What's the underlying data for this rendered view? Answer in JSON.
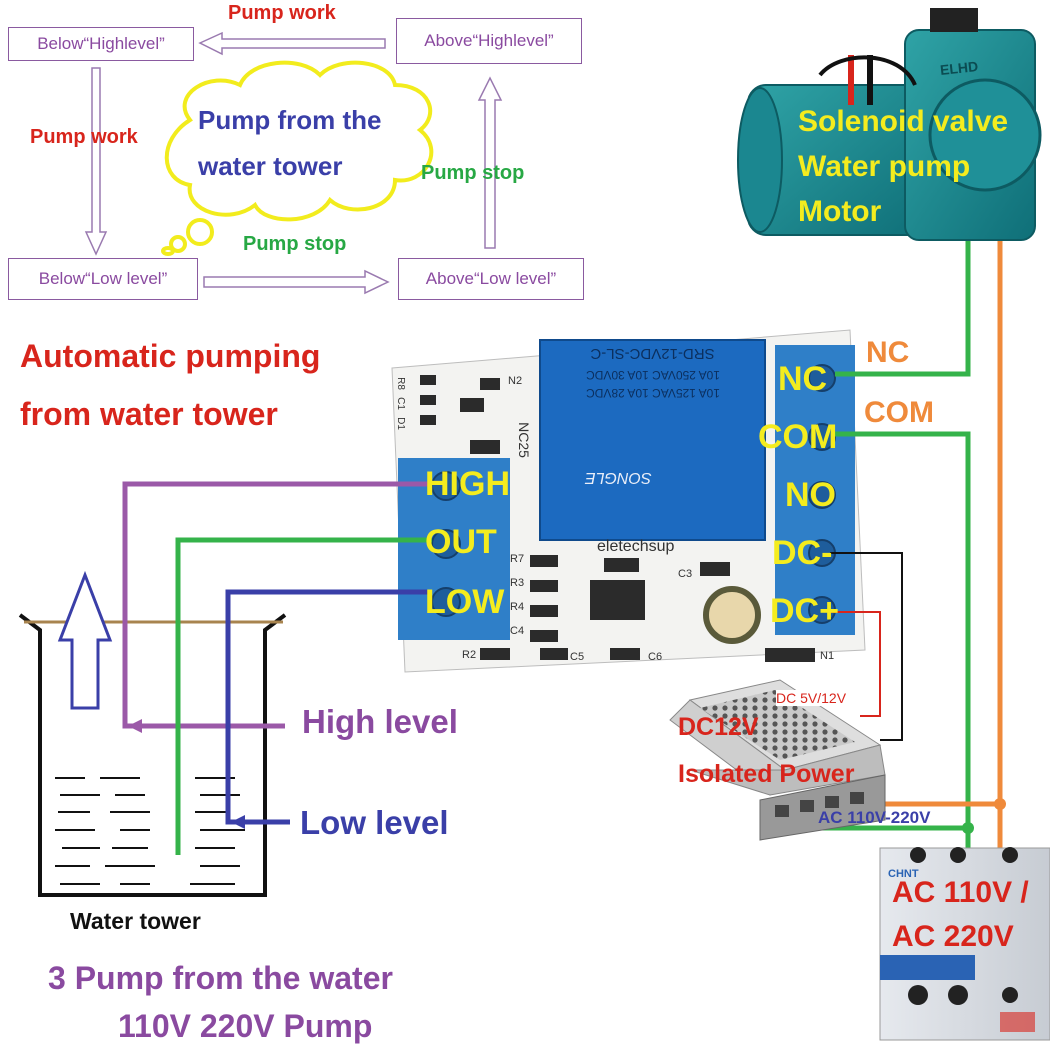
{
  "flow": {
    "above_high": "Above“Highlevel”",
    "below_high": "Below“Highlevel”",
    "below_low": "Below“Low level”",
    "above_low": "Above“Low level”",
    "pump_work_top": "Pump work",
    "pump_work_left": "Pump work",
    "pump_stop_right": "Pump stop",
    "pump_stop_bottom": "Pump stop"
  },
  "cloud": {
    "line1": "Pump from the",
    "line2": "water tower"
  },
  "heading": {
    "line1": "Automatic pumping",
    "line2": "from water tower"
  },
  "board": {
    "terminals_left": [
      "HIGH",
      "OUT",
      "LOW"
    ],
    "terminals_right": [
      "NC",
      "COM",
      "NO",
      "DC-",
      "DC+"
    ],
    "relay_lines": [
      "SRD-12VDC-SL-C",
      "10A 250VAC  10A 30VDC",
      "10A 125VAC  10A 28VDC",
      "SONGLE"
    ],
    "brand": "eletechsup",
    "refs": [
      "R7",
      "R3",
      "R4",
      "C4",
      "C5",
      "C6",
      "C3",
      "R2",
      "N1",
      "N2",
      "NC25",
      "C1",
      "R8",
      "D1"
    ]
  },
  "wire_labels": {
    "nc": "NC",
    "com": "COM"
  },
  "pump": {
    "line1": "Solenoid valve",
    "line2": "Water pump",
    "line3": "Motor",
    "brand": "ELHD"
  },
  "power": {
    "dc_label": "DC 5V/12V",
    "line1": "DC12V",
    "line2": "Isolated Power",
    "ac_label": "AC 110V-220V"
  },
  "breaker": {
    "line1": "AC 110V /",
    "line2": "AC 220V",
    "brand": "CHNT"
  },
  "tank": {
    "high_level": "High level",
    "low_level": "Low level",
    "caption": "Water tower"
  },
  "footer": {
    "line1": "3 Pump from the water",
    "line2": "110V 220V Pump"
  },
  "colors": {
    "purple": "#8a4aa0",
    "red": "#d8251c",
    "green": "#27a844",
    "blue": "#3a3fa8",
    "yellow": "#f4ec1e",
    "orange": "#ef8a3b",
    "board_blue": "#2f7fc8",
    "relay_blue": "#1c6ac0"
  }
}
